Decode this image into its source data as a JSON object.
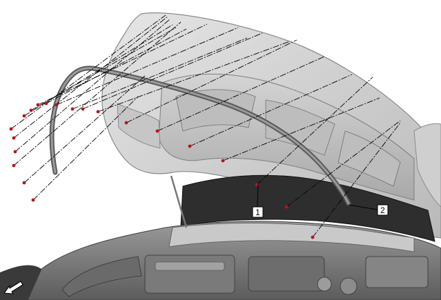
{
  "callouts": [
    {
      "id": "1",
      "label": "1"
    },
    {
      "id": "2",
      "label": "2"
    }
  ],
  "icons": {
    "front": "front-arrow-icon"
  },
  "colors": {
    "clip_marker": "#c0101a",
    "leader_line": "#000000",
    "body_fill": "#d8d8d8",
    "shadow_fill": "#2b2b2b"
  }
}
